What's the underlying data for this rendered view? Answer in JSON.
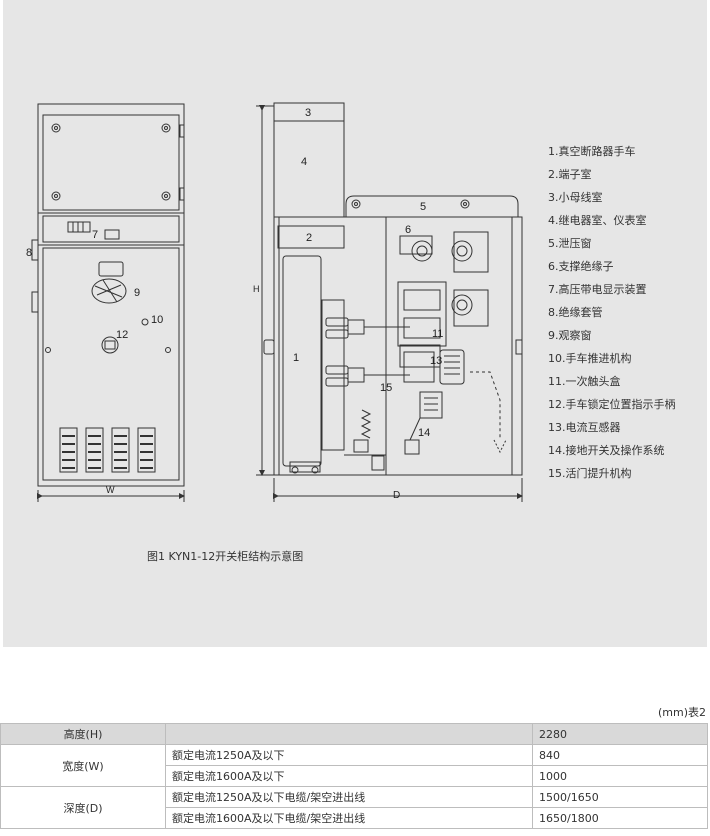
{
  "diagram": {
    "labels": {
      "n1": "1",
      "n2": "2",
      "n3": "3",
      "n4": "4",
      "n5": "5",
      "n6": "6",
      "n7": "7",
      "n8": "8",
      "n9": "9",
      "n10": "10",
      "n11": "11",
      "n12": "12",
      "n13": "13",
      "n14": "14",
      "n15": "15",
      "w": "W",
      "h": "H",
      "d": "D"
    },
    "legend": [
      "1.真空断路器手车",
      "2.端子室",
      "3.小母线室",
      "4.继电器室、仪表室",
      "5.泄压窗",
      "6.支撑绝缘子",
      "7.高压带电显示装置",
      "8.绝缘套管",
      "9.观察窗",
      "10.手车推进机构",
      "11.一次触头盒",
      "12.手车锁定位置指示手柄",
      "13.电流互感器",
      "14.接地开关及操作系统",
      "15.活门提升机构"
    ],
    "caption": "图1 KYN1-12开关柜结构示意图"
  },
  "table": {
    "unit": "(mm)表2",
    "rows": [
      {
        "name": "高度(H)",
        "condition": "",
        "value": "2280"
      },
      {
        "name": "宽度(W)",
        "condition": "额定电流1250A及以下",
        "value": "840"
      },
      {
        "name": "",
        "condition": "额定电流1600A及以下",
        "value": "1000"
      },
      {
        "name": "深度(D)",
        "condition": "额定电流1250A及以下电缆/架空进出线",
        "value": "1500/1650"
      },
      {
        "name": "",
        "condition": "额定电流1600A及以下电缆/架空进出线",
        "value": "1650/1800"
      }
    ]
  }
}
